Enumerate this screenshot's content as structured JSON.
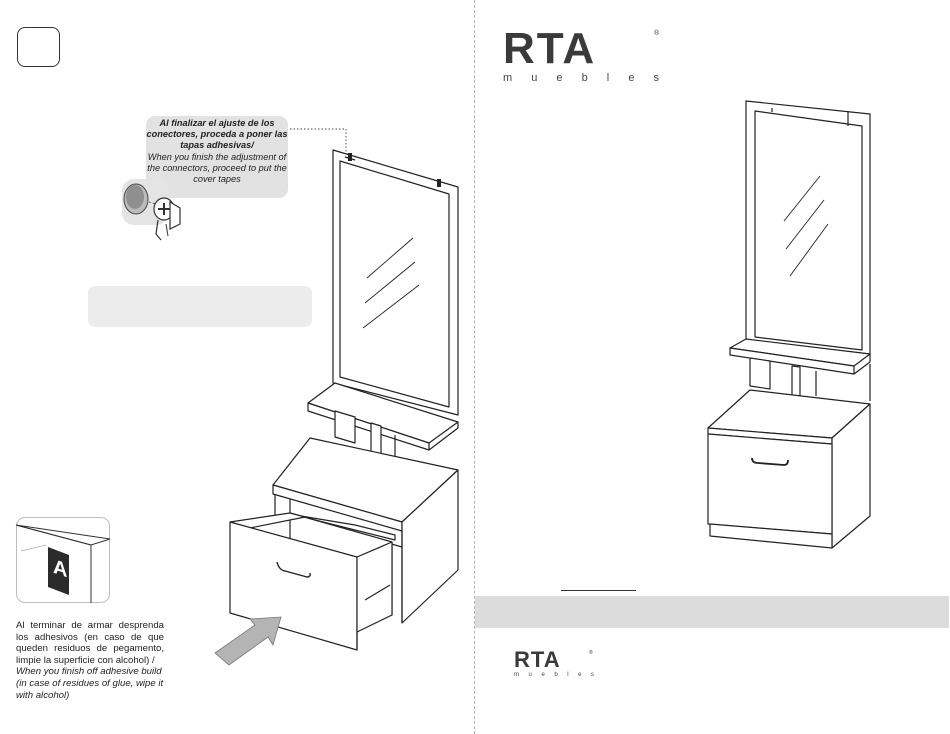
{
  "tip": {
    "es": "Al finalizar el ajuste de los conectores, proceda a poner las tapas adhesivas/",
    "en": "When you finish the adjustment of the connectors, proceed to put the cover tapes"
  },
  "sticker": {
    "letter": "A"
  },
  "final_note": {
    "es": "Al terminar de armar desprenda los adhesivos (en caso de que queden residuos de pegamento, limpie la superficie con alcohol) /",
    "en": "When you finish off adhesive build (in case of residues of glue, wipe it with alcohol)"
  },
  "brand": {
    "name": "RTA",
    "subtitle": [
      "m",
      "u",
      "e",
      "b",
      "l",
      "e",
      "s"
    ],
    "registered": "®"
  },
  "colors": {
    "text": "#222222",
    "bubble": "#e2e2e2",
    "band": "#dcdcdc",
    "line": "#333333"
  }
}
